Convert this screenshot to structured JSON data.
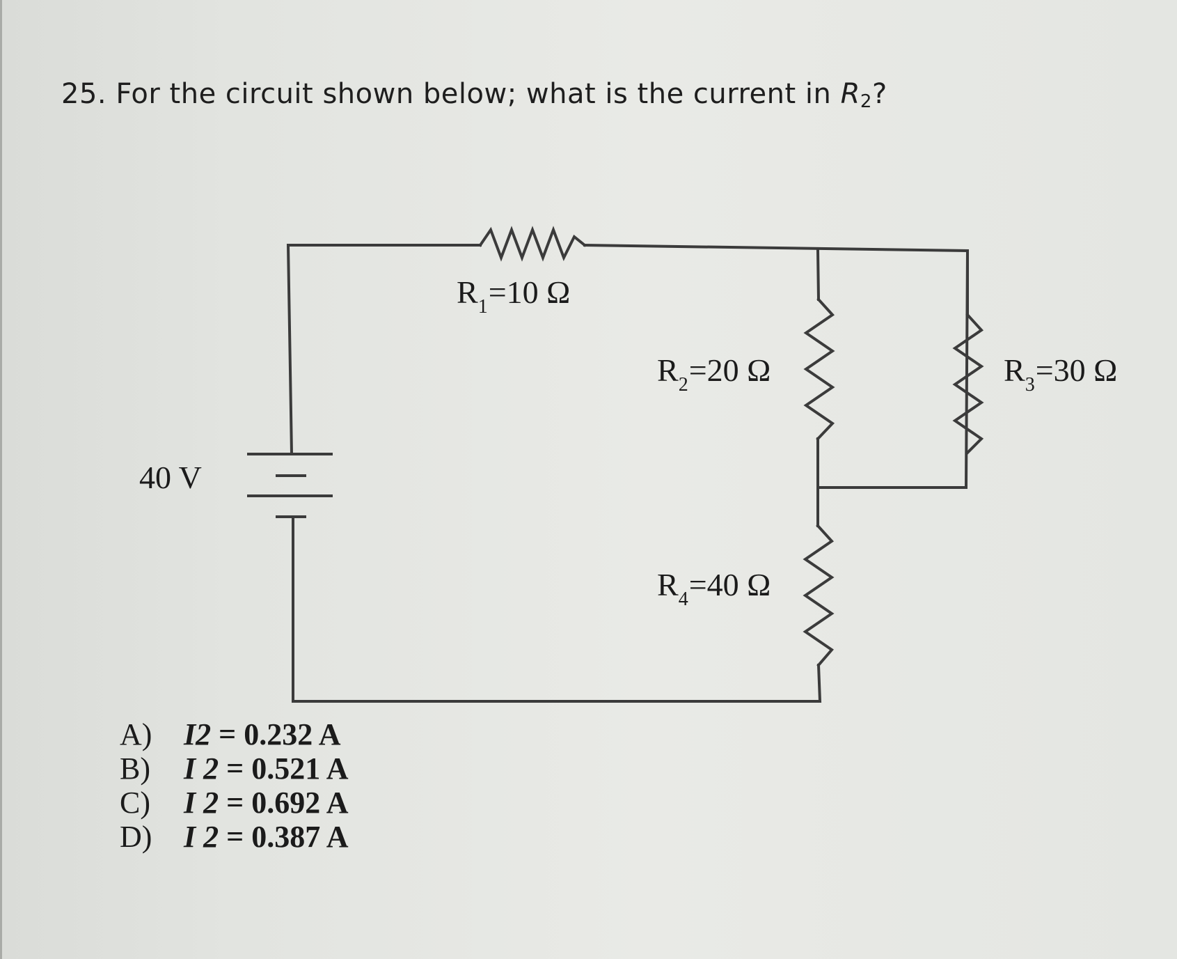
{
  "question": {
    "number": "25.",
    "text": "For the circuit shown below; what is the current in",
    "target_var": "R",
    "target_sub": "2",
    "end": "?"
  },
  "circuit": {
    "source": {
      "label": "40 V"
    },
    "resistors": [
      {
        "name": "R",
        "sub": "1",
        "value": "=10 Ω"
      },
      {
        "name": "R",
        "sub": "2",
        "value": "=20 Ω"
      },
      {
        "name": "R",
        "sub": "3",
        "value": "=30 Ω"
      },
      {
        "name": "R",
        "sub": "4",
        "value": "=40 Ω"
      }
    ]
  },
  "choices": [
    {
      "letter": "A)",
      "symbol": "I2",
      "value": " = 0.232 A"
    },
    {
      "letter": "B)",
      "symbol": "I 2",
      "value": " = 0.521 A"
    },
    {
      "letter": "C)",
      "symbol": "I 2",
      "value": " = 0.692 A"
    },
    {
      "letter": "D)",
      "symbol": "I 2",
      "value": " = 0.387 A"
    }
  ]
}
